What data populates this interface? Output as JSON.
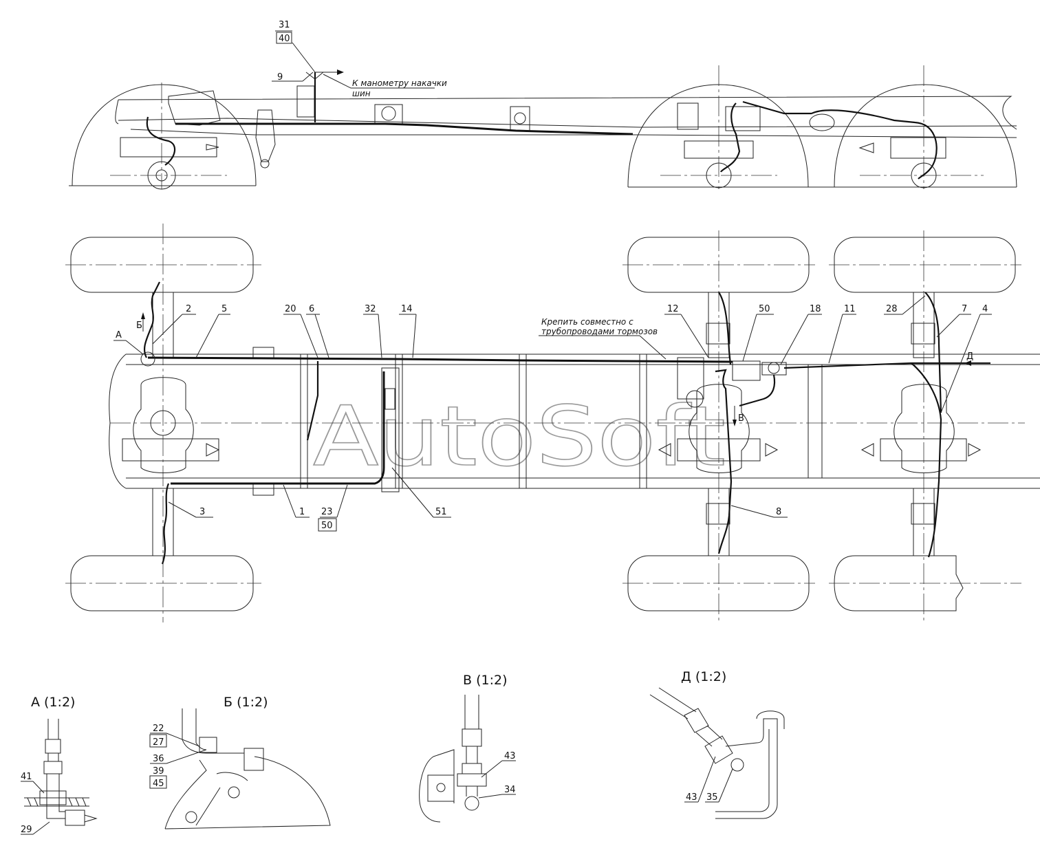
{
  "watermark": "AutoSoft",
  "top_view": {
    "labels": {
      "l31": "31",
      "l40": "40",
      "l9": "9",
      "note_line1": "К манометру накачки",
      "note_line2": "шин"
    }
  },
  "plan_view": {
    "labels": {
      "A": "А",
      "B": "Б",
      "V": "В",
      "D": "Д",
      "l2": "2",
      "l5": "5",
      "l20": "20",
      "l6": "6",
      "l32": "32",
      "l14": "14",
      "l12": "12",
      "l50": "50",
      "l18": "18",
      "l11": "11",
      "l28": "28",
      "l7": "7",
      "l4": "4",
      "l3": "3",
      "l1": "1",
      "l23": "23",
      "l50b": "50",
      "l51": "51",
      "l8": "8"
    },
    "note_line1": "Крепить совместно с",
    "note_line2": "трубопроводами тормозов"
  },
  "details": {
    "A": {
      "title": "А (1:2)",
      "labels": [
        "41",
        "29"
      ]
    },
    "B": {
      "title": "Б (1:2)",
      "labels": [
        "22",
        "27",
        "36",
        "39",
        "45"
      ]
    },
    "V": {
      "title": "В (1:2)",
      "labels": [
        "43",
        "34"
      ]
    },
    "D": {
      "title": "Д (1:2)",
      "labels": [
        "43",
        "35"
      ]
    }
  }
}
